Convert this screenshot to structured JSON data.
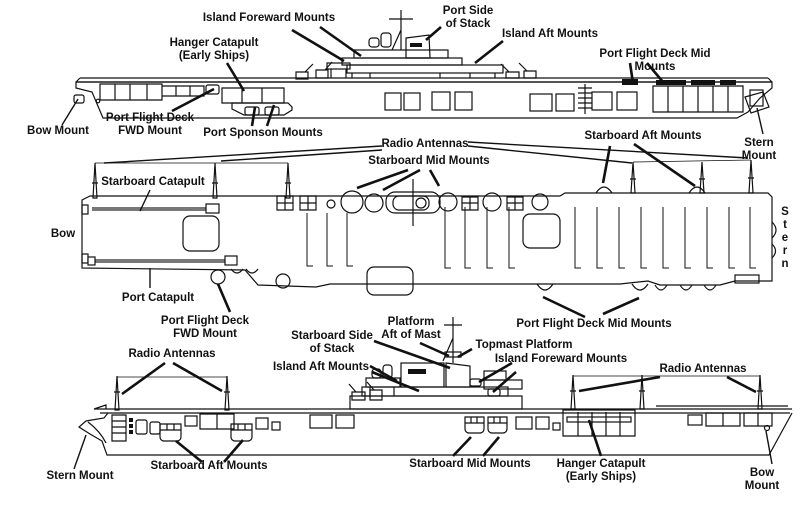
{
  "diagram": {
    "background_color": "#ffffff",
    "line_color": "#111111",
    "labels": {
      "port_side_view": {
        "island_foreward_mounts": "Island Foreward Mounts",
        "port_side_of_stack": "Port Side\nof Stack",
        "island_aft_mounts": "Island Aft Mounts",
        "hanger_catapult": "Hanger Catapult\n(Early Ships)",
        "port_flight_deck_mid_mounts": "Port Flight Deck Mid Mounts",
        "bow_mount": "Bow Mount",
        "port_flight_deck_fwd_mount": "Port Flight Deck\nFWD Mount",
        "port_sponson_mounts": "Port Sponson Mounts",
        "stern_mount": "Stern Mount"
      },
      "plan_view": {
        "radio_antennas": "Radio Antennas",
        "starboard_mid_mounts": "Starboard Mid Mounts",
        "starboard_aft_mounts": "Starboard Aft Mounts",
        "starboard_catapult": "Starboard Catapult",
        "bow": "Bow",
        "stern_vertical": "S\nt\ne\nr\nn",
        "port_catapult": "Port Catapult",
        "port_flight_deck_fwd_mount": "Port Flight Deck\nFWD Mount",
        "port_flight_deck_mid_mounts": "Port Flight Deck Mid Mounts"
      },
      "starboard_side_view": {
        "platform_aft_of_mast": "Platform\nAft of Mast",
        "starboard_side_of_stack": "Starboard Side\nof Stack",
        "topmast_platform": "Topmast Platform",
        "island_aft_mounts": "Island Aft Mounts",
        "island_foreward_mounts": "Island Foreward Mounts",
        "radio_antennas_aft": "Radio Antennas",
        "radio_antennas_forward": "Radio Antennas",
        "stern_mount": "Stern Mount",
        "starboard_aft_mounts": "Starboard Aft Mounts",
        "starboard_mid_mounts": "Starboard Mid Mounts",
        "hanger_catapult": "Hanger Catapult\n(Early Ships)",
        "bow_mount": "Bow Mount"
      }
    }
  }
}
